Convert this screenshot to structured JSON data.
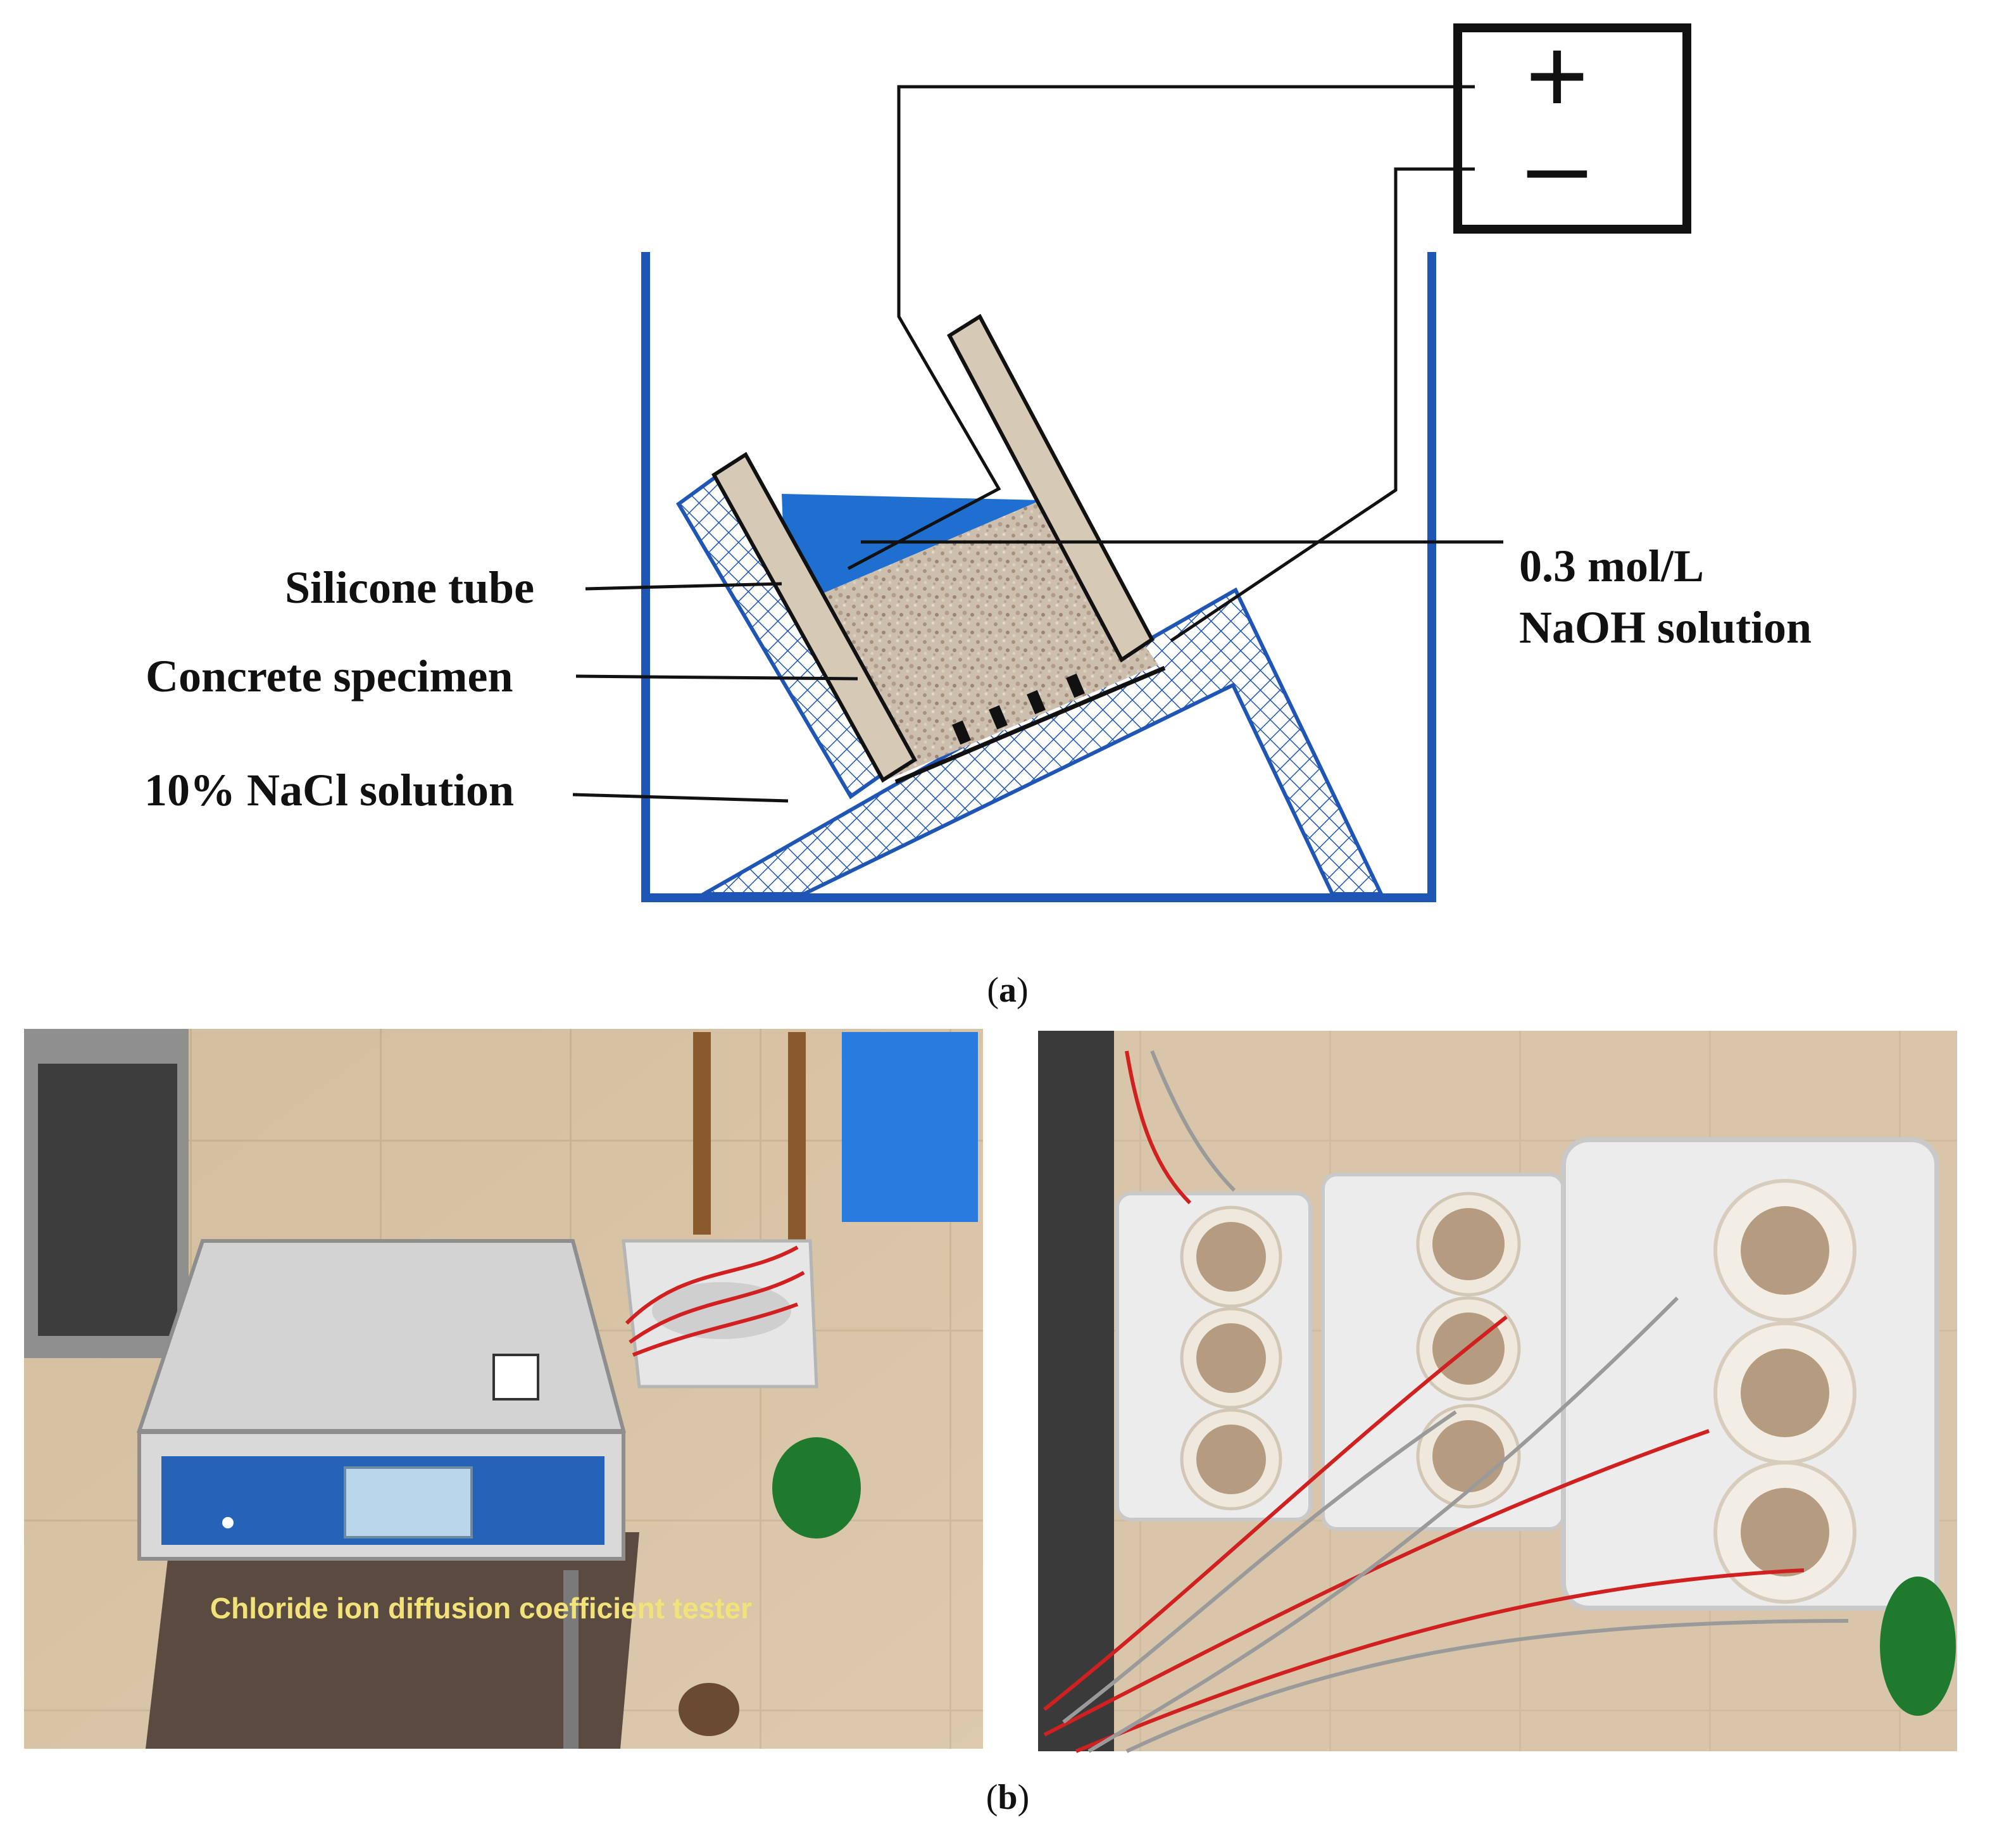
{
  "diagram": {
    "power_supply": {
      "plus_symbol": "+",
      "minus_symbol": "–"
    },
    "labels": {
      "silicone_tube": "Silicone tube",
      "concrete_specimen": "Concrete specimen",
      "nacl_solution": "10% NaCl solution",
      "naoh_line1": "0.3 mol/L",
      "naoh_line2": "NaOH solution"
    },
    "colors": {
      "tank": "#1f55b5",
      "naoh_fill": "#1f6fd1",
      "tube": "#d6cab7",
      "specimen": "#c9b9a8",
      "wire": "#111111"
    }
  },
  "captions": {
    "a": "(a)",
    "a_letter": "a",
    "b": "(b)",
    "b_letter": "b"
  },
  "photos": {
    "left": {
      "overlay_text": "Chloride ion diffusion coefficient tester"
    }
  }
}
